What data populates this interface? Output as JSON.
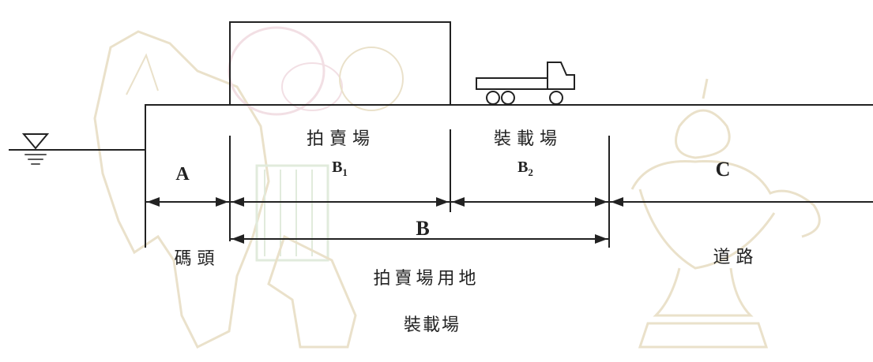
{
  "labels": {
    "wharf": "碼 頭",
    "auction_area": "拍 賣 場",
    "loading_area": "裝 載 場",
    "road": "道 路",
    "auction_land": "拍賣場用地",
    "caption": "裝載場"
  },
  "dimensions": {
    "a": "A",
    "b": "B",
    "b1_letter": "B",
    "b1_sub": "1",
    "b2_letter": "B",
    "b2_sub": "2",
    "c": "C"
  },
  "icons": {
    "water_level": "water-level-icon",
    "truck": "truck-icon",
    "watermark": "donkey-lamp-watermark"
  },
  "colors": {
    "line": "#222222",
    "watermark_tan": "#d9c9a0",
    "watermark_green": "#c9dcc0",
    "watermark_pink": "#e8c6cf"
  }
}
